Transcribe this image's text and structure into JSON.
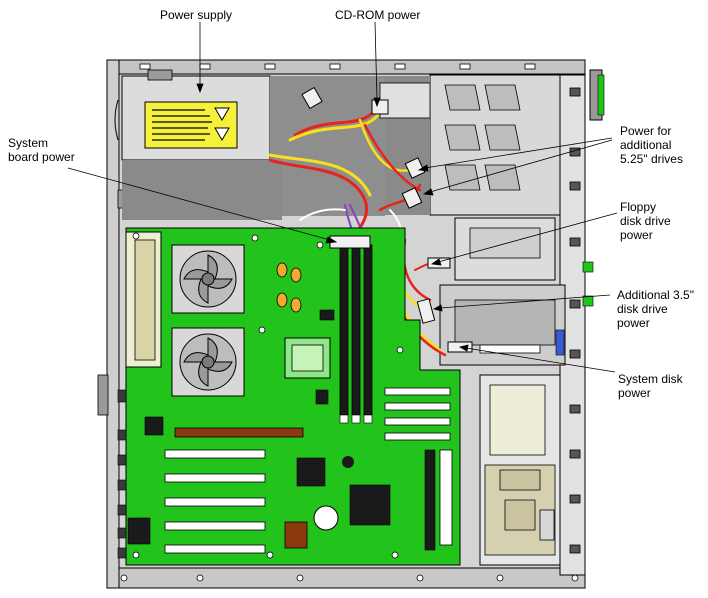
{
  "callouts": {
    "power_supply": "Power supply",
    "cdrom_power": "CD-ROM power",
    "system_board_power": [
      "System",
      "board power"
    ],
    "additional_525_power": [
      "Power for",
      "additional",
      "5.25\" drives"
    ],
    "floppy_power": [
      "Floppy",
      "disk drive",
      "power"
    ],
    "additional_35_power": [
      "Additional 3.5\"",
      "disk drive",
      "power"
    ],
    "system_disk_power": [
      "System disk",
      "power"
    ]
  },
  "colors": {
    "board_green": "#22c41c",
    "chassis_gray": "#d4d4d4",
    "dark_gray": "#7a7a7a",
    "warning_yellow": "#f5f03a",
    "wire_red": "#e8231c",
    "wire_yellow": "#f8e11a",
    "wire_purple": "#8b3fc7",
    "dimm_black": "#1a1a1a"
  }
}
